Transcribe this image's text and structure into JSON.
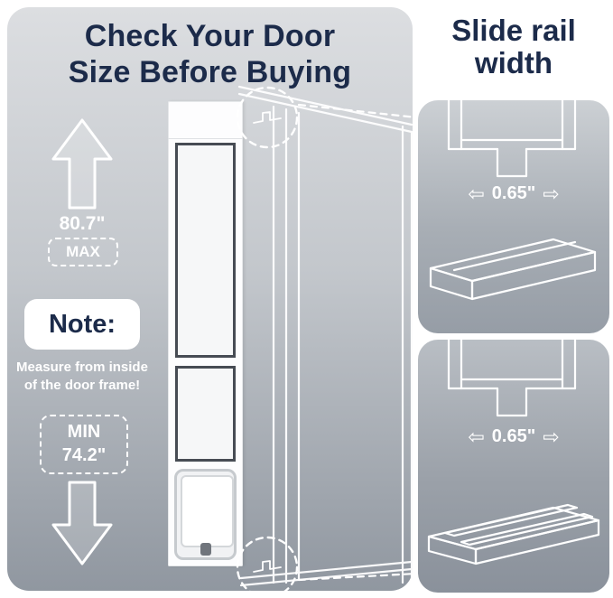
{
  "left_panel": {
    "title_line1": "Check Your Door",
    "title_line2": "Size Before Buying",
    "max_value": "80.7\"",
    "max_label": "MAX",
    "note": {
      "title": "Note:",
      "body": "Measure from inside of the door frame!"
    },
    "min_label": "MIN",
    "min_value": "74.2\""
  },
  "right_panel": {
    "title_line1": "Slide rail",
    "title_line2": "width",
    "top_rail": {
      "measure": "0.65\""
    },
    "bottom_rail": {
      "measure": "0.65\""
    }
  },
  "icons": {
    "arrow_left": "⇦",
    "arrow_right": "⇨",
    "up_arrow": "up-arrow",
    "down_arrow": "down-arrow"
  },
  "colors": {
    "title_navy": "#1c2b4a",
    "text_white": "#ffffff",
    "panel_gray_top": "#dcdee1",
    "panel_gray_bottom": "#9097a0",
    "line_white": "#ffffff"
  }
}
